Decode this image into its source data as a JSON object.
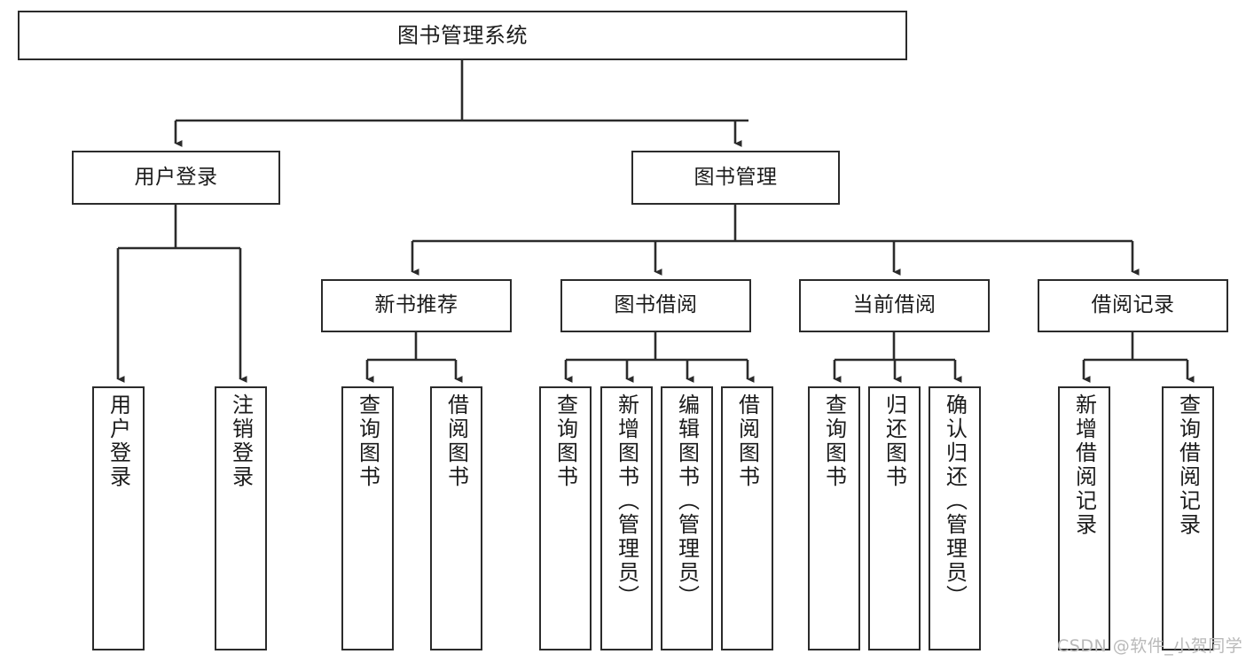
{
  "diagram": {
    "title": "图书管理系统",
    "watermark": "CSDN @软件_小贺同学",
    "line_color": "#2b2b2b",
    "box_fill": "#ffffff",
    "text_color": "#1b1b1b",
    "nodes": {
      "root": {
        "label": "图书管理系统"
      },
      "level2": [
        {
          "id": "user-login",
          "label": "用户登录"
        },
        {
          "id": "book-management",
          "label": "图书管理"
        }
      ],
      "level3": [
        {
          "id": "new-book-recommend",
          "label": "新书推荐",
          "parent": "book-management"
        },
        {
          "id": "book-borrow",
          "label": "图书借阅",
          "parent": "book-management"
        },
        {
          "id": "current-borrow",
          "label": "当前借阅",
          "parent": "book-management"
        },
        {
          "id": "borrow-record",
          "label": "借阅记录",
          "parent": "book-management"
        }
      ],
      "leaves": [
        {
          "id": "leaf-user-login",
          "label": "用户登录",
          "parent": "user-login"
        },
        {
          "id": "leaf-logout-login",
          "label": "注销登录",
          "parent": "user-login"
        },
        {
          "id": "leaf-query-book-1",
          "label": "查询图书",
          "parent": "new-book-recommend"
        },
        {
          "id": "leaf-borrow-book-1",
          "label": "借阅图书",
          "parent": "new-book-recommend"
        },
        {
          "id": "leaf-query-book-2",
          "label": "查询图书",
          "parent": "book-borrow"
        },
        {
          "id": "leaf-add-book",
          "label": "新增图书（管理员）",
          "parent": "book-borrow"
        },
        {
          "id": "leaf-edit-book",
          "label": "编辑图书（管理员）",
          "parent": "book-borrow"
        },
        {
          "id": "leaf-borrow-book-2",
          "label": "借阅图书",
          "parent": "book-borrow"
        },
        {
          "id": "leaf-query-book-3",
          "label": "查询图书",
          "parent": "current-borrow"
        },
        {
          "id": "leaf-return-book",
          "label": "归还图书",
          "parent": "current-borrow"
        },
        {
          "id": "leaf-confirm-return",
          "label": "确认归还（管理员）",
          "parent": "current-borrow"
        },
        {
          "id": "leaf-add-record",
          "label": "新增借阅记录",
          "parent": "borrow-record"
        },
        {
          "id": "leaf-query-record",
          "label": "查询借阅记录",
          "parent": "borrow-record"
        }
      ]
    }
  }
}
